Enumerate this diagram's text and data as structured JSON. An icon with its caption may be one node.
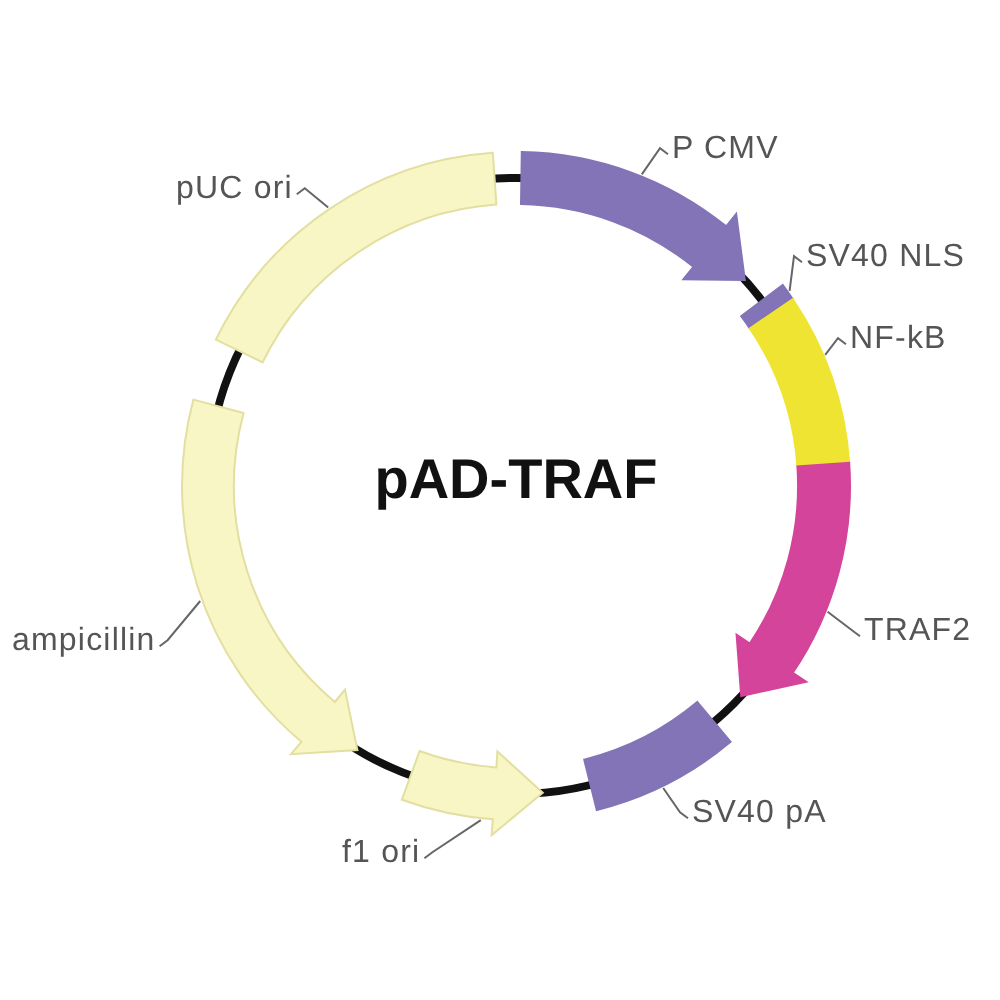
{
  "diagram": {
    "title": "pAD-TRAF",
    "nodes": [
      {
        "text": [
          "pUC ori"
        ]
      },
      {
        "text": [],
        "shape": "box"
      },
      {
        "text": [
          "P CMV"
        ]
      },
      {
        "text": [],
        "shape": "arrow"
      },
      {
        "text": [
          "SV40 NLS"
        ]
      },
      {
        "text": [],
        "shape": "box"
      },
      {
        "text": [
          "NF-kB"
        ]
      },
      {
        "text": [],
        "shape": "box"
      },
      {
        "text": [
          "TRAF2"
        ]
      },
      {
        "text": [],
        "shape": "arrow"
      },
      {
        "text": [
          "ampicillin"
        ]
      },
      {
        "text": [],
        "shape": "arrow"
      },
      {
        "text": [
          "SV40 pA"
        ]
      },
      {
        "text": [],
        "shape": "box"
      },
      {
        "text": [
          "f1 ori"
        ]
      },
      {
        "text": [],
        "shape": "arrow"
      }
    ],
    "edges": [
      {
        "from": 0,
        "to": 1,
        "arrow": "none"
      },
      {
        "from": 2,
        "to": 3,
        "arrow": "none"
      },
      {
        "from": 4,
        "to": 5,
        "arrow": "none"
      },
      {
        "from": 6,
        "to": 7,
        "arrow": "none"
      },
      {
        "from": 8,
        "to": 9,
        "arrow": "none"
      },
      {
        "from": 10,
        "to": 11,
        "arrow": "none"
      },
      {
        "from": 12,
        "to": 13,
        "arrow": "none"
      },
      {
        "from": 14,
        "to": 15,
        "arrow": "none"
      }
    ]
  }
}
